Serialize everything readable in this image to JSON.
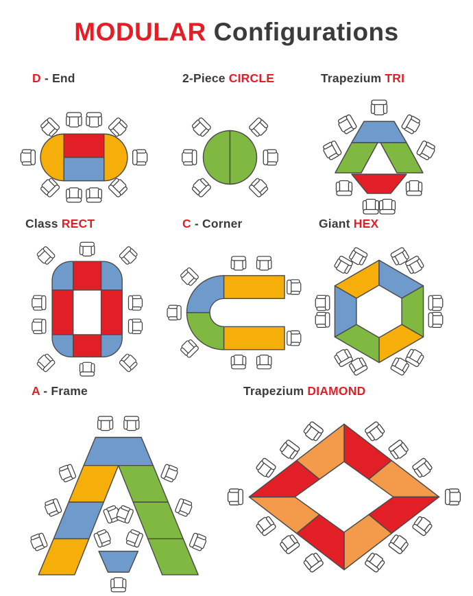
{
  "title": {
    "parts": [
      {
        "text": "MODULAR",
        "color": "red"
      },
      {
        "text": " Configurations",
        "color": "dark"
      }
    ]
  },
  "palette": {
    "red": "#E21F26",
    "yellow": "#F5AE0A",
    "blue": "#6E9BCC",
    "green": "#80B941",
    "orange": "#F39B4B",
    "label_dark": "#3B3B3C",
    "outline": "#4A4A49"
  },
  "sections": [
    {
      "name": "d-end",
      "label": [
        {
          "text": "D",
          "color": "red"
        },
        {
          "text": " - End",
          "color": "dark"
        }
      ],
      "chair_count": 10
    },
    {
      "name": "two-piece-circle",
      "label": [
        {
          "text": "2-Piece ",
          "color": "dark"
        },
        {
          "text": "CIRCLE",
          "color": "red"
        }
      ],
      "chair_count": 6
    },
    {
      "name": "trapezium-tri",
      "label": [
        {
          "text": "Trapezium ",
          "color": "dark"
        },
        {
          "text": "TRI",
          "color": "red"
        }
      ],
      "chair_count": 9
    },
    {
      "name": "class-rect",
      "label": [
        {
          "text": "Class ",
          "color": "dark"
        },
        {
          "text": "RECT",
          "color": "red"
        }
      ],
      "chair_count": 10
    },
    {
      "name": "c-corner",
      "label": [
        {
          "text": "C",
          "color": "red"
        },
        {
          "text": " - Corner",
          "color": "dark"
        }
      ],
      "chair_count": 9
    },
    {
      "name": "giant-hex",
      "label": [
        {
          "text": "Giant ",
          "color": "dark"
        },
        {
          "text": "HEX",
          "color": "red"
        }
      ],
      "chair_count": 12
    },
    {
      "name": "a-frame",
      "label": [
        {
          "text": "A",
          "color": "red"
        },
        {
          "text": " - Frame",
          "color": "dark"
        }
      ],
      "chair_count": 13
    },
    {
      "name": "trapezium-diamond",
      "label": [
        {
          "text": "Trapezium ",
          "color": "dark"
        },
        {
          "text": "DIAMOND",
          "color": "red"
        }
      ],
      "chair_count": 14
    }
  ]
}
